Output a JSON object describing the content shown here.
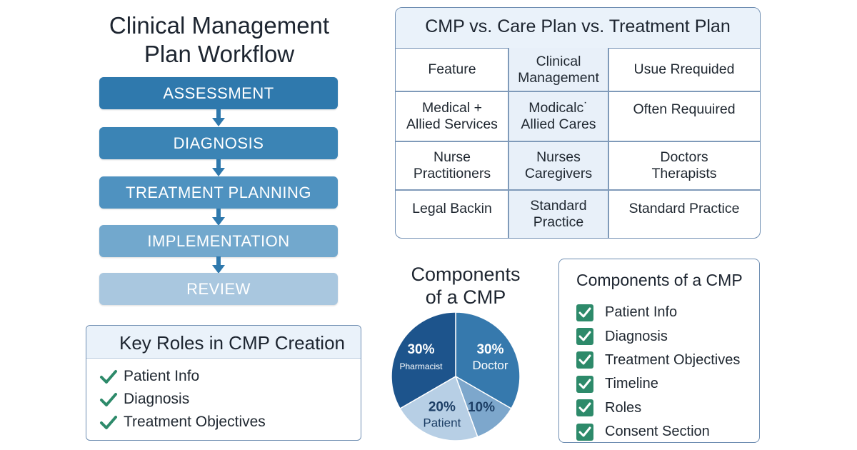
{
  "workflow": {
    "title": "Clinical Management\nPlan Workflow",
    "steps": [
      {
        "label": "ASSESSMENT",
        "color": "#2f79ad"
      },
      {
        "label": "DIAGNOSIS",
        "color": "#3b84b5"
      },
      {
        "label": "TREATMENT PLANNING",
        "color": "#4f92c0"
      },
      {
        "label": "IMPLEMENTATION",
        "color": "#72a8cd"
      },
      {
        "label": "REVIEW",
        "color": "#a9c7df"
      }
    ],
    "arrow_color": "#2f79ad"
  },
  "roles": {
    "title": "Key Roles in CMP Creation",
    "items": [
      "Patient Info",
      "Diagnosis",
      "Treatment Objectives"
    ],
    "check_color": "#2d8a6a"
  },
  "comparison": {
    "title": "CMP vs. Care Plan vs. Treatment Plan",
    "rows": [
      [
        "Feature",
        "Clinical\nManagement",
        "Usue Rrequided"
      ],
      [
        "Medical +\nAllied Services",
        "Modicalc˙\nAllied Cares",
        "Often Requuired"
      ],
      [
        "Nurse\nPractitioners",
        "Nurses\nCaregivers",
        "Doctors\nTherapists"
      ],
      [
        "Legal Backin",
        "Standard\nPractice",
        "Standard Practice"
      ]
    ]
  },
  "chart_data": {
    "type": "pie",
    "title": "Components\nof a CMP",
    "slices": [
      {
        "label": "Doctor",
        "value": 30,
        "value_label": "30%",
        "color": "#3679ad"
      },
      {
        "label": "",
        "value": 10,
        "value_label": "10%",
        "color": "#7da7cc"
      },
      {
        "label": "Patient",
        "value": 20,
        "value_label": "20%",
        "color": "#b7cfe5"
      },
      {
        "label": "Pharmacist",
        "value": 30,
        "value_label": "30%",
        "color": "#1d548c"
      }
    ]
  },
  "checklist": {
    "title": "Components of a CMP",
    "items": [
      "Patient Info",
      "Diagnosis",
      "Treatment Objectives",
      "Timeline",
      "Roles",
      "Consent Section"
    ],
    "box_color": "#2d8a6a"
  }
}
